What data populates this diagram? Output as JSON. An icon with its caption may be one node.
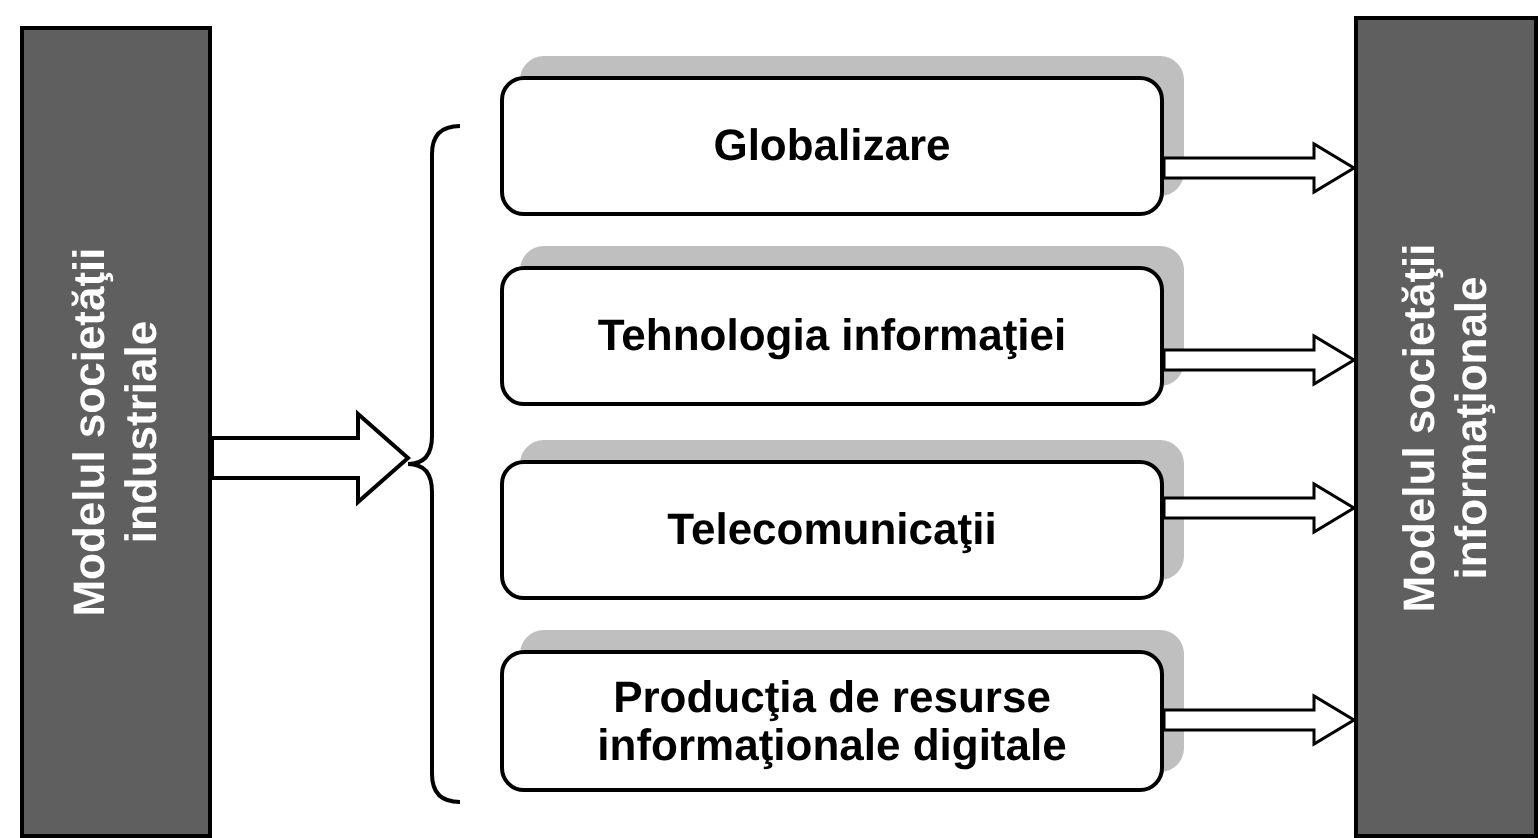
{
  "diagram": {
    "nodes": [
      {
        "text": [
          "Modelul societăţii industriale"
        ]
      },
      {
        "text": [],
        "shape": "brace"
      },
      {
        "text": [
          "Globalizare"
        ]
      },
      {
        "text": [
          "Tehnologia informaţiei"
        ]
      },
      {
        "text": [
          "Telecomunicaţii"
        ]
      },
      {
        "text": [
          "Producţia de resurse informaţionale digitale"
        ]
      },
      {
        "text": [
          "Modelul societăţii informaţionale"
        ]
      }
    ],
    "edges": [
      {
        "from": 0,
        "to": 1,
        "arrow": "to"
      },
      {
        "from": 2,
        "to": 6,
        "arrow": "to"
      },
      {
        "from": 3,
        "to": 6,
        "arrow": "to"
      },
      {
        "from": 4,
        "to": 6,
        "arrow": "to"
      },
      {
        "from": 5,
        "to": 6,
        "arrow": "to"
      }
    ]
  }
}
